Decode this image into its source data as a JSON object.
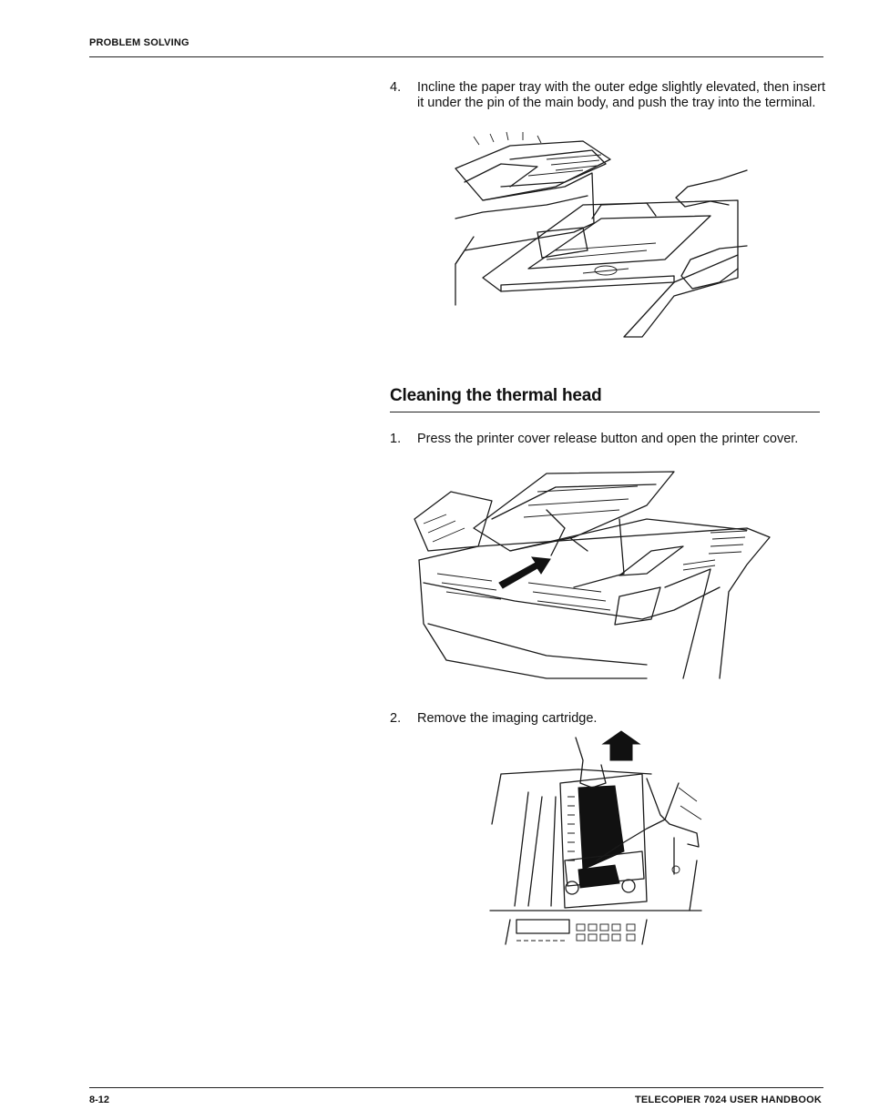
{
  "header": {
    "section": "PROBLEM SOLVING"
  },
  "steps_before": [
    {
      "number": "4.",
      "text": "Incline the paper tray with the outer edge slightly elevated, then insert it under the pin of the main body, and push the tray into the terminal."
    }
  ],
  "section": {
    "title": "Cleaning the thermal head",
    "steps": [
      {
        "number": "1.",
        "text": "Press the printer cover release button and open the printer cover."
      },
      {
        "number": "2.",
        "text": "Remove the imaging cartridge."
      }
    ]
  },
  "footer": {
    "page": "8-12",
    "title": "TELECOPIER 7024 USER HANDBOOK"
  }
}
